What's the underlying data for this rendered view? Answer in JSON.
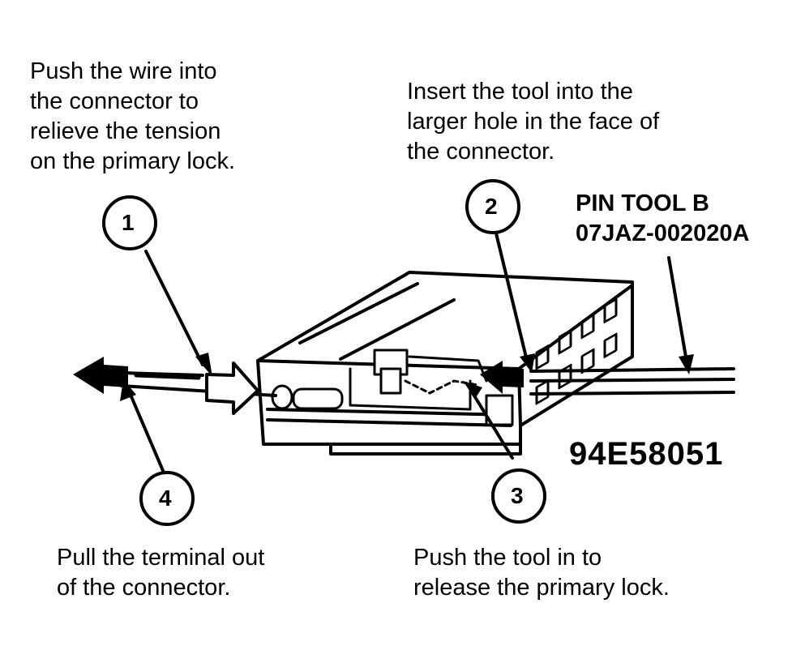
{
  "steps": [
    {
      "number": "1",
      "lines": [
        "Push the wire into",
        "the connector to",
        "relieve the tension",
        "on the primary lock."
      ]
    },
    {
      "number": "2",
      "lines": [
        "Insert the tool into the",
        "larger hole in the face of",
        "the connector."
      ]
    },
    {
      "number": "3",
      "lines": [
        "Push the tool in to",
        "release the primary lock."
      ]
    },
    {
      "number": "4",
      "lines": [
        "Pull the terminal out",
        "of the connector."
      ]
    }
  ],
  "tool": {
    "name": "PIN TOOL B",
    "part_number": "07JAZ-002020A"
  },
  "figure_id": "94E58051",
  "colors": {
    "ink": "#000000",
    "paper": "#ffffff"
  }
}
